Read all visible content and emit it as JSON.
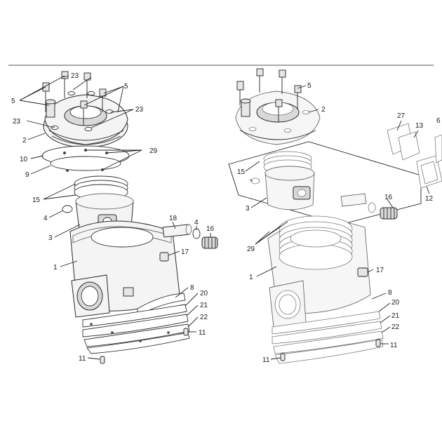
{
  "diagram": {
    "left_assembly": {
      "labels": [
        {
          "id": "l-23a",
          "text": "23"
        },
        {
          "id": "l-5a",
          "text": "5"
        },
        {
          "id": "l-5b",
          "text": "5"
        },
        {
          "id": "l-23b",
          "text": "23"
        },
        {
          "id": "l-23c",
          "text": "23"
        },
        {
          "id": "l-2",
          "text": "2"
        },
        {
          "id": "l-10",
          "text": "10"
        },
        {
          "id": "l-29",
          "text": "29"
        },
        {
          "id": "l-9",
          "text": "9"
        },
        {
          "id": "l-15",
          "text": "15"
        },
        {
          "id": "l-4a",
          "text": "4"
        },
        {
          "id": "l-3",
          "text": "3"
        },
        {
          "id": "l-18",
          "text": "18"
        },
        {
          "id": "l-4b",
          "text": "4"
        },
        {
          "id": "l-16",
          "text": "16"
        },
        {
          "id": "l-17",
          "text": "17"
        },
        {
          "id": "l-1",
          "text": "1"
        },
        {
          "id": "l-8",
          "text": "8"
        },
        {
          "id": "l-20",
          "text": "20"
        },
        {
          "id": "l-21",
          "text": "21"
        },
        {
          "id": "l-22",
          "text": "22"
        },
        {
          "id": "l-11a",
          "text": "11"
        },
        {
          "id": "l-11b",
          "text": "11"
        }
      ]
    },
    "right_assembly": {
      "labels": [
        {
          "id": "r-5",
          "text": "5"
        },
        {
          "id": "r-2",
          "text": "2"
        },
        {
          "id": "r-15",
          "text": "15"
        },
        {
          "id": "r-3",
          "text": "3"
        },
        {
          "id": "r-16",
          "text": "16"
        },
        {
          "id": "r-29",
          "text": "29"
        },
        {
          "id": "r-1",
          "text": "1"
        },
        {
          "id": "r-17",
          "text": "17"
        },
        {
          "id": "r-8",
          "text": "8"
        },
        {
          "id": "r-20",
          "text": "20"
        },
        {
          "id": "r-21",
          "text": "21"
        },
        {
          "id": "r-22",
          "text": "22"
        },
        {
          "id": "r-11a",
          "text": "11"
        },
        {
          "id": "r-11b",
          "text": "11"
        },
        {
          "id": "r-27",
          "text": "27"
        },
        {
          "id": "r-13",
          "text": "13"
        },
        {
          "id": "r-12",
          "text": "12"
        },
        {
          "id": "r-6",
          "text": "6"
        }
      ]
    }
  }
}
